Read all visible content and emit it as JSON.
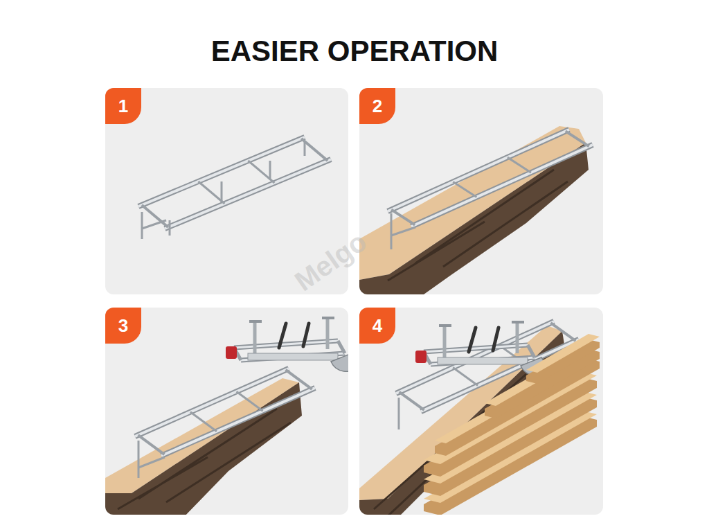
{
  "diagram": {
    "title": "EASIER OPERATION",
    "nodes": [
      {
        "text": [
          "1"
        ]
      },
      {
        "text": [
          "2"
        ]
      },
      {
        "text": [
          "3"
        ]
      },
      {
        "text": [
          "4"
        ]
      }
    ],
    "labels": [
      "Melgo"
    ]
  }
}
